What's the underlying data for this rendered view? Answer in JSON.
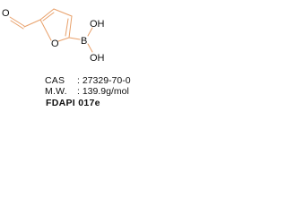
{
  "structure": {
    "atoms": {
      "aldehyde_o": "O",
      "ring_o": "O",
      "boron": "B",
      "hydroxyl_top": "OH",
      "hydroxyl_bottom": "OH"
    },
    "line_color": "#e8a06a",
    "text_color": "#111111"
  },
  "info": {
    "cas_label": "CAS",
    "cas_value": ": 27329-70-0",
    "mw_label": "M.W.",
    "mw_value": ": 139.9g/mol",
    "catalog": "FDAPI 017e"
  }
}
